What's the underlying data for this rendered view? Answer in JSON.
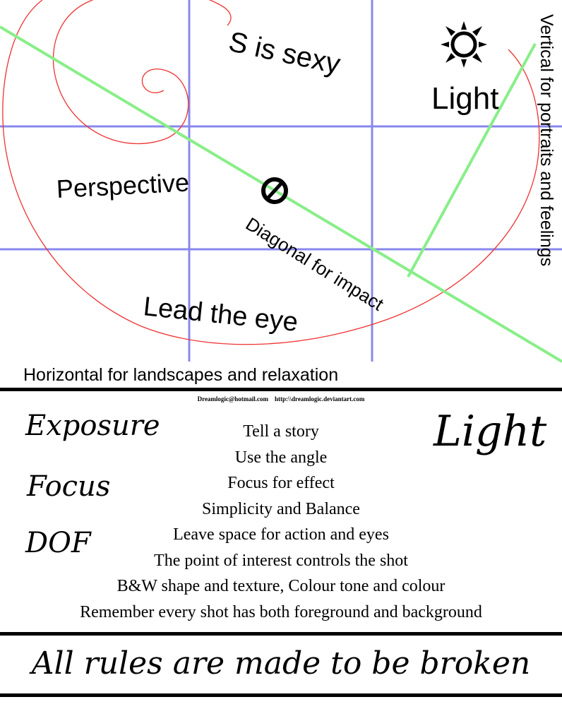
{
  "diagram": {
    "colors": {
      "grid": "#8888ee",
      "diagonal": "#88ee88",
      "spiral": "#ee3333",
      "ink": "#000000"
    },
    "icons": [
      "sun-icon",
      "focal-point-icon"
    ],
    "labels": {
      "s_is_sexy": "S is sexy",
      "light": "Light",
      "perspective": "Perspective",
      "diagonal": "Diagonal for impact",
      "lead_the_eye": "Lead the eye",
      "vertical": "Vertical for portraits and feelings",
      "horizontal": "Horizontal for landscapes and relaxation"
    }
  },
  "credits": {
    "email": "Dreamlogic@hotmail.com",
    "url": "http:\\\\dreamlogic.deviantart.com"
  },
  "script_words": {
    "exposure": "Exposure",
    "focus": "Focus",
    "dof": "DOF",
    "light": "Light"
  },
  "tips": [
    "Tell a story",
    "Use the angle",
    "Focus for effect",
    "Simplicity and Balance",
    "Leave space for action and eyes",
    "The point of interest controls the shot",
    "B&W shape and texture, Colour tone and colour",
    "Remember every shot has both foreground and background"
  ],
  "motto": "All rules are made to be broken"
}
